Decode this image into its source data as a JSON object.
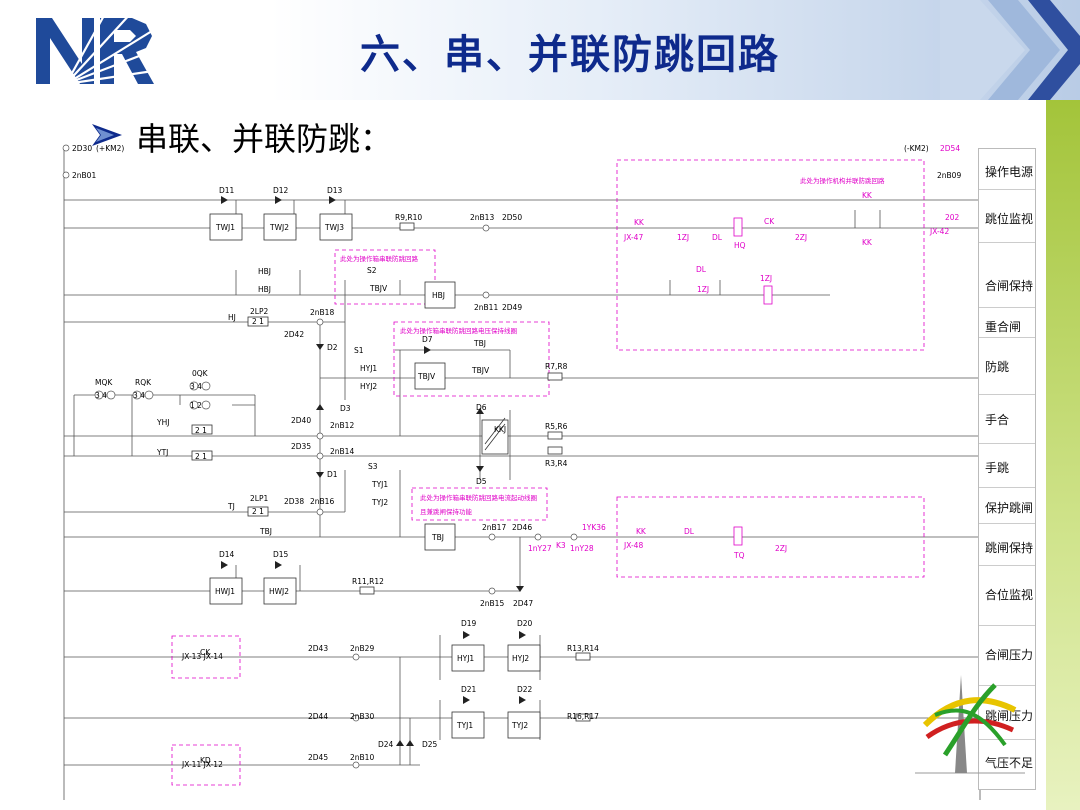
{
  "header": {
    "title": "六、串、并联防跳回路",
    "logo_text": "NR"
  },
  "subtitle": "串联、并联防跳：",
  "signals": [
    "操作电源",
    "跳位监视",
    "合闸保持",
    "重合闸",
    "防跳",
    "手合",
    "手跳",
    "保护跳闸",
    "跳闸保持",
    "合位监视",
    "合闸压力",
    "跳闸压力",
    "气压不足"
  ],
  "notes": {
    "mech_parallel": "此处为操作机构并联防跳回路",
    "box_series": "此处为操作箱串联防跳回路",
    "box_series_volt": "此处为操作箱串联防跳回路电压保持线圈",
    "box_series_curr_1": "此处为操作箱串联防跳回路电流起动线圈",
    "box_series_curr_2": "且兼跳闸保持功能"
  },
  "labels": {
    "top_left_1": "2D30",
    "top_left_2": "(+KM2)",
    "top_left_3": "2nB01",
    "top_right_1": "(-KM2)",
    "top_right_2": "2D54",
    "top_right_3": "2nB09",
    "d11": "D11",
    "d12": "D12",
    "d13": "D13",
    "twj1": "TWJ1",
    "twj2": "TWJ2",
    "twj3": "TWJ3",
    "r9": "R9,R10",
    "b13": "2nB13",
    "d50": "2D50",
    "kk1": "KK",
    "jx47": "JX-47",
    "zj1": "1ZJ",
    "dl1": "DL",
    "hq": "HQ",
    "ck": "CK",
    "zj2": "2ZJ",
    "kk2": "KK",
    "kk3": "KK",
    "n202": "202",
    "jx42": "JX-42",
    "s2": "S2",
    "hbj1": "HBJ",
    "hbj2": "HBJ",
    "tbjv1": "TBJV",
    "hbj3": "HBJ",
    "b11": "2nB11",
    "d49": "2D49",
    "dl2": "DL",
    "zj3": "1ZJ",
    "zj4": "1ZJ",
    "hj": "HJ",
    "lp2": "2LP2",
    "lp2n": "2 1",
    "d42": "2D42",
    "b18": "2nB18",
    "d7": "D7",
    "tbj1": "TBJ",
    "d2": "D2",
    "s1": "S1",
    "hyj1a": "HYJ1",
    "hyj2a": "HYJ2",
    "tbjv2": "TBJV",
    "tbjv3": "TBJV",
    "r7": "R7,R8",
    "mqk": "MQK",
    "rqk": "RQK",
    "oqk": "0QK",
    "n34a": "3 4",
    "n34b": "3 4",
    "n34c": "3 4",
    "n12": "1 2",
    "d3": "D3",
    "d40": "2D40",
    "b12": "2nB12",
    "d6": "D6",
    "kkj": "KKJ",
    "r5": "R5,R6",
    "yhj": "YHJ",
    "yhjn": "2 1",
    "ytj": "YTJ",
    "ytjn": "2 1",
    "d35": "2D35",
    "b14": "2nB14",
    "r3": "R3,R4",
    "d5": "D5",
    "d1": "D1",
    "s3": "S3",
    "tyj1a": "TYJ1",
    "tyj2a": "TYJ2",
    "tj": "TJ",
    "lp1": "2LP1",
    "lp1n": "2 1",
    "d38": "2D38",
    "b16": "2nB16",
    "tbj2": "TBJ",
    "tbj3": "TBJ",
    "b17": "2nB17",
    "d46": "2D46",
    "yk36": "1YK36",
    "y27": "1nY27",
    "k3": "K3",
    "y28": "1nY28",
    "kk4": "KK",
    "jx48": "JX-48",
    "dl3": "DL",
    "tq": "TQ",
    "zj5": "2ZJ",
    "d14": "D14",
    "d15": "D15",
    "hwj1": "HWJ1",
    "hwj2": "HWJ2",
    "r11": "R11,R12",
    "b15": "2nB15",
    "d47": "2D47",
    "d19": "D19",
    "d20": "D20",
    "ck2": "CK",
    "jx13": "JX-13 JX-14",
    "d43": "2D43",
    "b29": "2nB29",
    "hyj1b": "HYJ1",
    "hyj2b": "HYJ2",
    "r13": "R13,R14",
    "d21": "D21",
    "d22": "D22",
    "d44": "2D44",
    "b30": "2nB30",
    "tyj1b": "TYJ1",
    "tyj2b": "TYJ2",
    "r16": "R16,R17",
    "d24": "D24",
    "d25": "D25",
    "kd": "KD",
    "jx11": "JX-11 JX-12",
    "d45": "2D45",
    "b10": "2nB10"
  },
  "colors": {
    "title": "#0e2a8c",
    "logo": "#1f4a9a",
    "annotation": "#e000c8",
    "accent_green": "#a3c43a"
  }
}
